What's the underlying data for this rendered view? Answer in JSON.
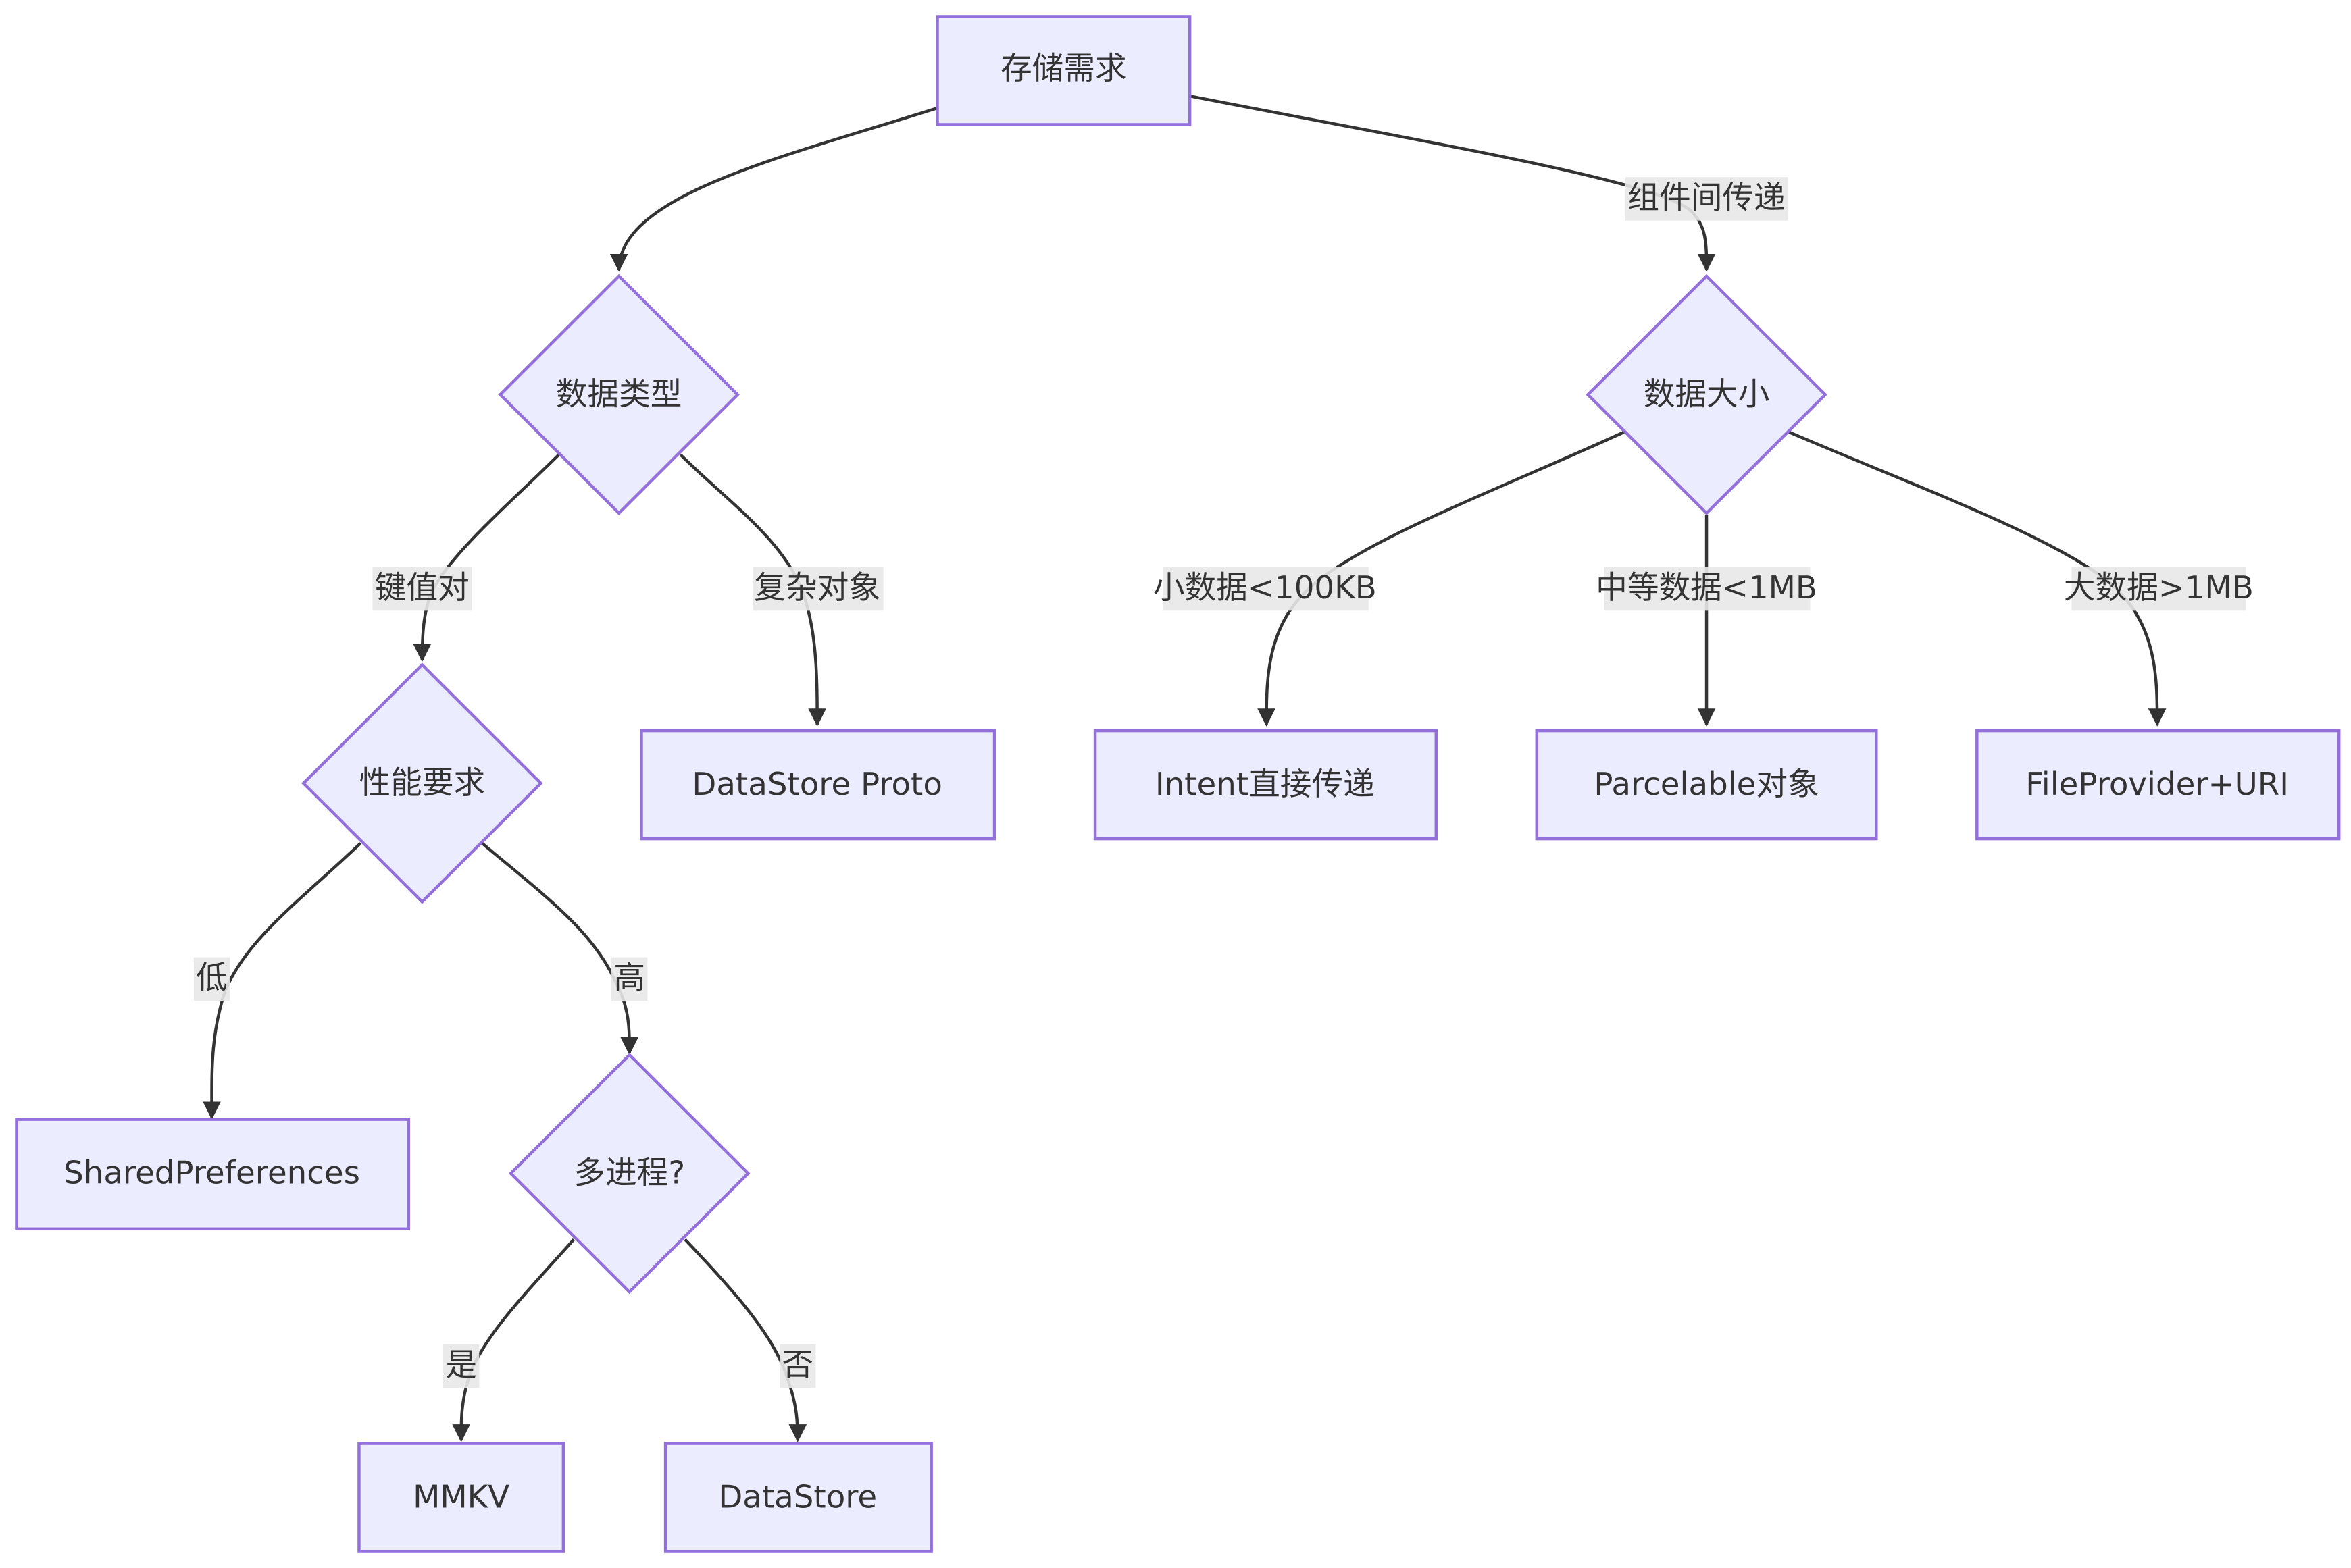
{
  "diagram": {
    "nodes": {
      "root": "存储需求",
      "data_type": "数据类型",
      "data_size": "数据大小",
      "perf_req": "性能要求",
      "datastore_proto": "DataStore Proto",
      "intent": "Intent直接传递",
      "parcelable": "Parcelable对象",
      "fileprovider": "FileProvider+URI",
      "sharedprefs": "SharedPreferences",
      "multi_process": "多进程?",
      "mmkv": "MMKV",
      "datastore": "DataStore"
    },
    "edges": {
      "root_to_size": "组件间传递",
      "type_to_perf": "键值对",
      "type_to_proto": "复杂对象",
      "size_to_intent": "小数据<100KB",
      "size_to_parcelable": "中等数据<1MB",
      "size_to_fileprovider": "大数据>1MB",
      "perf_to_sharedprefs": "低",
      "perf_to_multi": "高",
      "multi_to_mmkv": "是",
      "multi_to_datastore": "否"
    }
  },
  "colors": {
    "node_fill": "#ECECFF",
    "node_stroke": "#9370DB",
    "edge": "#333333",
    "label_bg": "#E8E8E8",
    "text": "#333333"
  }
}
